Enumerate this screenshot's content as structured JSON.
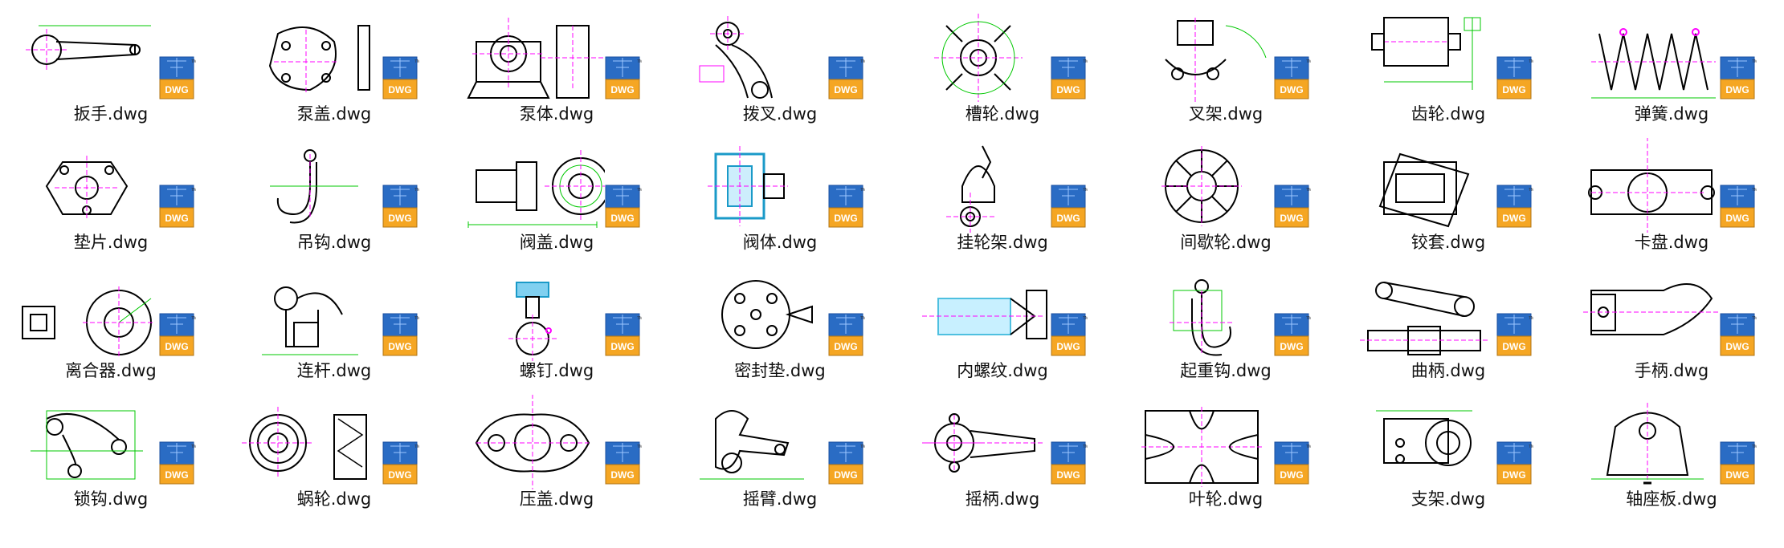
{
  "view": {
    "accent": "#ff00ff",
    "dim_color": "#00c800",
    "line_color": "#000000",
    "badge": {
      "text": "DWG",
      "tm": "TM",
      "top_color": "#2a6cc4",
      "bottom_color": "#f5a623"
    }
  },
  "files": [
    {
      "name": "扳手.dwg",
      "icon": "wrench-drawing-icon"
    },
    {
      "name": "泵盖.dwg",
      "icon": "pump-cover-drawing-icon"
    },
    {
      "name": "泵体.dwg",
      "icon": "pump-body-drawing-icon"
    },
    {
      "name": "拨叉.dwg",
      "icon": "shift-fork-drawing-icon"
    },
    {
      "name": "槽轮.dwg",
      "icon": "geneva-wheel-drawing-icon"
    },
    {
      "name": "叉架.dwg",
      "icon": "fork-bracket-drawing-icon"
    },
    {
      "name": "齿轮.dwg",
      "icon": "gear-drawing-icon"
    },
    {
      "name": "弹簧.dwg",
      "icon": "spring-drawing-icon"
    },
    {
      "name": "垫片.dwg",
      "icon": "gasket-drawing-icon"
    },
    {
      "name": "吊钩.dwg",
      "icon": "hook-drawing-icon"
    },
    {
      "name": "阀盖.dwg",
      "icon": "valve-cover-drawing-icon"
    },
    {
      "name": "阀体.dwg",
      "icon": "valve-body-drawing-icon"
    },
    {
      "name": "挂轮架.dwg",
      "icon": "hanger-bracket-drawing-icon"
    },
    {
      "name": "间歇轮.dwg",
      "icon": "intermittent-wheel-drawing-icon"
    },
    {
      "name": "铰套.dwg",
      "icon": "hinge-sleeve-drawing-icon"
    },
    {
      "name": "卡盘.dwg",
      "icon": "chuck-drawing-icon"
    },
    {
      "name": "离合器.dwg",
      "icon": "clutch-drawing-icon"
    },
    {
      "name": "连杆.dwg",
      "icon": "connecting-rod-drawing-icon"
    },
    {
      "name": "螺钉.dwg",
      "icon": "screw-drawing-icon"
    },
    {
      "name": "密封垫.dwg",
      "icon": "seal-gasket-drawing-icon"
    },
    {
      "name": "内螺纹.dwg",
      "icon": "internal-thread-drawing-icon"
    },
    {
      "name": "起重钩.dwg",
      "icon": "crane-hook-drawing-icon"
    },
    {
      "name": "曲柄.dwg",
      "icon": "crank-drawing-icon"
    },
    {
      "name": "手柄.dwg",
      "icon": "handle-drawing-icon"
    },
    {
      "name": "锁钩.dwg",
      "icon": "lock-hook-drawing-icon"
    },
    {
      "name": "蜗轮.dwg",
      "icon": "worm-wheel-drawing-icon"
    },
    {
      "name": "压盖.dwg",
      "icon": "gland-drawing-icon"
    },
    {
      "name": "摇臂.dwg",
      "icon": "rocker-arm-drawing-icon"
    },
    {
      "name": "摇柄.dwg",
      "icon": "rocker-handle-drawing-icon"
    },
    {
      "name": "叶轮.dwg",
      "icon": "impeller-drawing-icon"
    },
    {
      "name": "支架.dwg",
      "icon": "support-bracket-drawing-icon"
    },
    {
      "name": "轴座板.dwg",
      "icon": "bearing-plate-drawing-icon"
    }
  ]
}
